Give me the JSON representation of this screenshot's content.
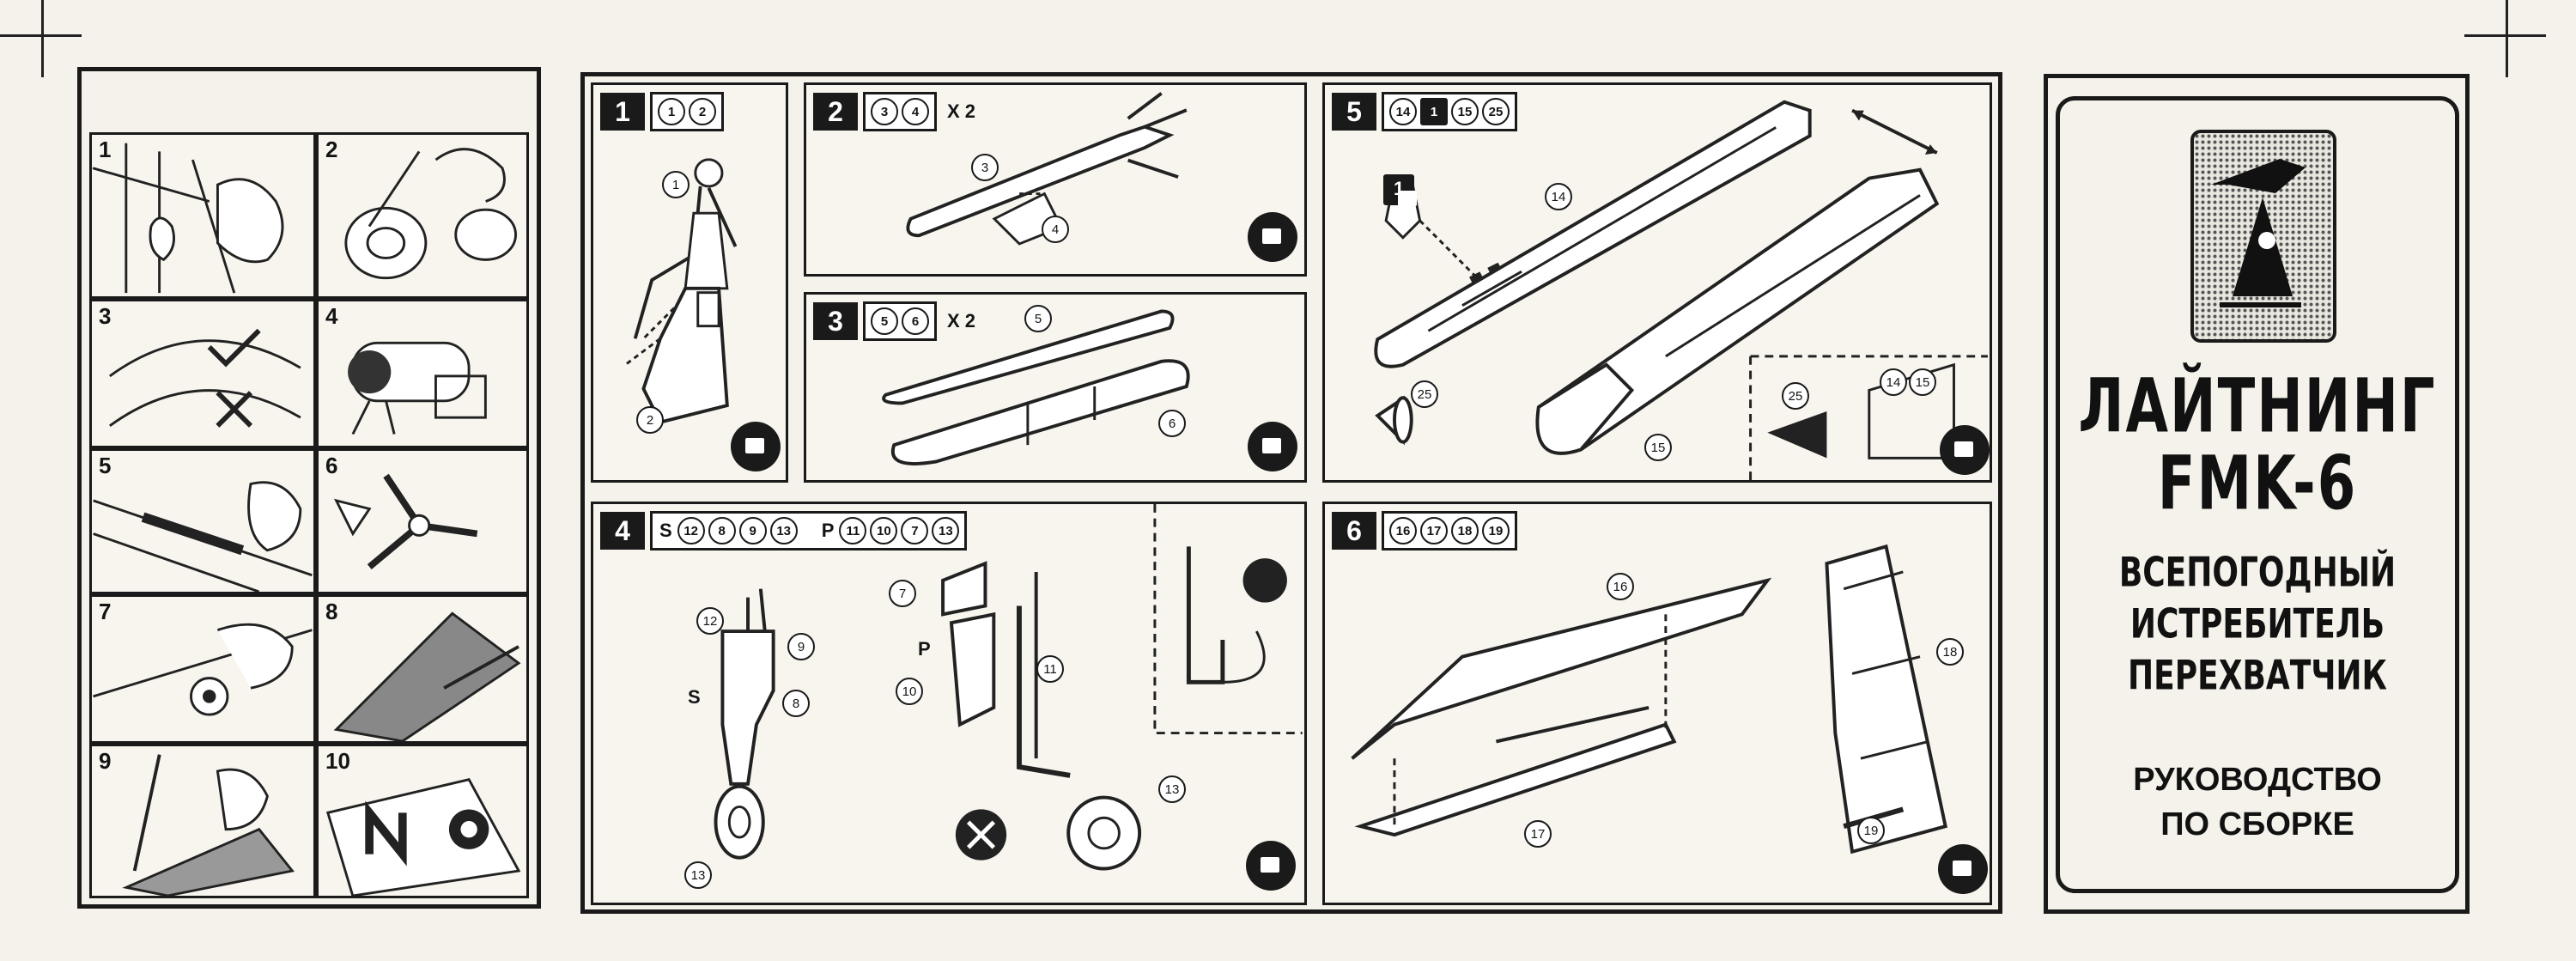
{
  "tips": [
    "1",
    "2",
    "3",
    "4",
    "5",
    "6",
    "7",
    "8",
    "9",
    "10"
  ],
  "steps": {
    "s1": {
      "num": "1",
      "parts": [
        "1",
        "2"
      ]
    },
    "s2": {
      "num": "2",
      "parts": [
        "3",
        "4"
      ],
      "times": "X 2"
    },
    "s3": {
      "num": "3",
      "parts": [
        "5",
        "6"
      ],
      "times": "X 2"
    },
    "s4": {
      "num": "4",
      "s_letter": "S",
      "s_parts": [
        "12",
        "8",
        "9",
        "13"
      ],
      "p_letter": "P",
      "p_parts": [
        "11",
        "10",
        "7",
        "13"
      ]
    },
    "s5": {
      "num": "5",
      "parts": [
        "14",
        "1",
        "15",
        "25"
      ]
    },
    "s6": {
      "num": "6",
      "parts": [
        "16",
        "17",
        "18",
        "19"
      ]
    }
  },
  "callouts": {
    "s1": [
      "1",
      "2"
    ],
    "s2": [
      "3",
      "4"
    ],
    "s3": [
      "5",
      "6"
    ],
    "s4": [
      "12",
      "9",
      "8",
      "13",
      "7",
      "11",
      "10",
      "13"
    ],
    "s4_labels": [
      "S",
      "P"
    ],
    "s5": [
      "1",
      "14",
      "25",
      "15",
      "25",
      "14",
      "15"
    ],
    "s6": [
      "16",
      "18",
      "17",
      "19"
    ]
  },
  "cover": {
    "title_line1": "ЛАЙТНИНГ",
    "title_line2": "FMK-6",
    "subtitle": [
      "ВСЕПОГОДНЫЙ",
      "ИСТРЕБИТЕЛЬ",
      "ПЕРЕХВАТЧИК"
    ],
    "manual": [
      "РУКОВОДСТВО",
      "ПО СБОРКЕ"
    ]
  }
}
